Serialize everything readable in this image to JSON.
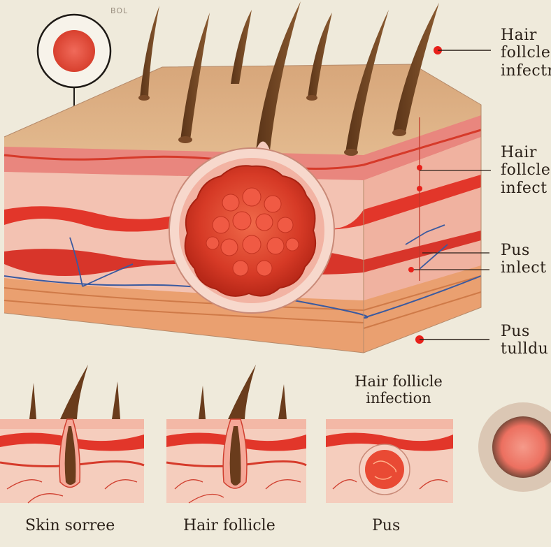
{
  "top_mark": "BOL",
  "callouts": [
    {
      "line1": "Hair",
      "line2": "follcle",
      "line3": "infectn"
    },
    {
      "line1": "Hair",
      "line2": "follcle",
      "line3": "infect"
    },
    {
      "line1": "Pus",
      "line2": "inlect"
    },
    {
      "line1": "Pus",
      "line2": "tulldu"
    }
  ],
  "center_caption": {
    "line1": "Hair follicle",
    "line2": "infection"
  },
  "panel_captions": [
    "Skin sorree",
    "Hair follicle",
    "Pus"
  ],
  "colors": {
    "background": "#efeadb",
    "epidermis": "#d9a778",
    "dermis": "#f2b7a8",
    "red_band": "#e2362a",
    "boil": "#e04a33",
    "fat": "#eaa070",
    "vein": "#3a5aa0",
    "callout_dot": "#e8201a"
  }
}
